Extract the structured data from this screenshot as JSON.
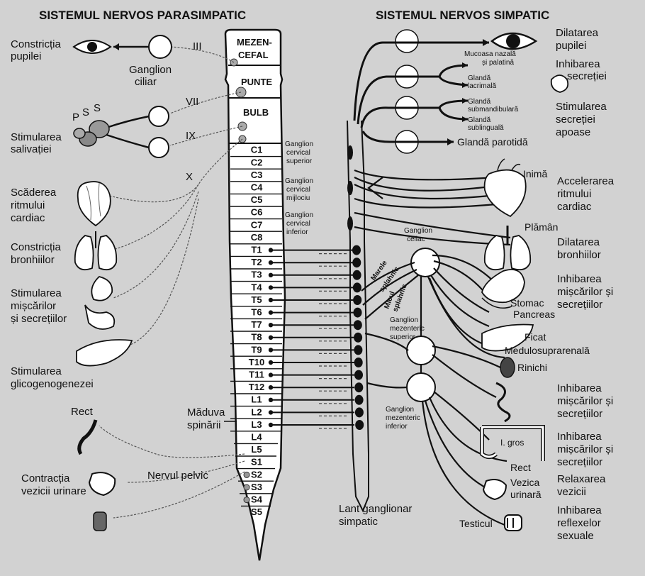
{
  "titles": {
    "parasympathetic": "SISTEMUL NERVOS PARASIMPATIC",
    "sympathetic": "SISTEMUL NERVOS SIMPATIC"
  },
  "spine": {
    "regions": [
      "MEZEN-",
      "CEFAL",
      "PUNTE",
      "BULB"
    ],
    "segments": [
      "C1",
      "C2",
      "C3",
      "C4",
      "C5",
      "C6",
      "C7",
      "C8",
      "T1",
      "T2",
      "T3",
      "T4",
      "T5",
      "T6",
      "T7",
      "T8",
      "T9",
      "T10",
      "T11",
      "T12",
      "L1",
      "L2",
      "L3",
      "L4",
      "L5",
      "S1",
      "S2",
      "S3",
      "S4",
      "S5"
    ],
    "label_line1": "Măduva",
    "label_line2": "spinării"
  },
  "cranial_nerves": [
    "III",
    "VII",
    "IX",
    "X"
  ],
  "para_labels": {
    "ganglion_ciliar_1": "Ganglion",
    "ganglion_ciliar_2": "ciliar",
    "pupil_1": "Constricția",
    "pupil_2": "pupilei",
    "saliva_1": "Stimularea",
    "saliva_2": "salivației",
    "gland_p": "P",
    "gland_s1": "S",
    "gland_s2": "S",
    "heart_1": "Scăderea",
    "heart_2": "ritmului",
    "heart_3": "cardiac",
    "bronch_1": "Constricția",
    "bronch_2": "bronhiilor",
    "digest_1": "Stimularea",
    "digest_2": "mișcărilor",
    "digest_3": "și secrețiilor",
    "glyco_1": "Stimularea",
    "glyco_2": "glicogenogenezei",
    "rect": "Rect",
    "bladder_1": "Contracția",
    "bladder_2": "vezicii urinare",
    "pelvic": "Nervul pelvic"
  },
  "symp_ganglia": {
    "sup_1": "Ganglion",
    "sup_2": "cervical",
    "sup_3": "superior",
    "mid_1": "Ganglion",
    "mid_2": "cervical",
    "mid_3": "mijlociu",
    "inf_1": "Ganglion",
    "inf_2": "cervical",
    "inf_3": "inferior",
    "celiac_1": "Ganglion",
    "celiac_2": "celiac",
    "mesup_1": "Ganglion",
    "mesup_2": "mezenteric",
    "mesup_3": "superior",
    "mesinf_1": "Ganglion",
    "mesinf_2": "mezenteric",
    "mesinf_3": "inferior",
    "splanh_1": "Marele",
    "splanh_2": "splahnic",
    "splanh_3": "Micul",
    "splanh_4": "splahnic",
    "chain_1": "Lant ganglionar",
    "chain_2": "simpatic"
  },
  "organs": {
    "mucosa_1": "Mucoasa nazală",
    "mucosa_2": "și palatină",
    "lacrimal_1": "Glandă",
    "lacrimal_2": "lacrimală",
    "submand_1": "Glandă",
    "submand_2": "submandibulară",
    "subling_1": "Glandă",
    "subling_2": "sublinguală",
    "parotid": "Glandă parotidă",
    "heart": "Inimă",
    "lung": "Plămân",
    "stomach": "Stomac",
    "pancreas": "Pancreas",
    "liver": "Ficat",
    "adrenal": "Medulosuprarenală",
    "kidney": "Rinichi",
    "colon": "I. gros",
    "rect": "Rect",
    "bladder_1": "Vezica",
    "bladder_2": "urinară",
    "testis": "Testicul"
  },
  "symp_effects": {
    "pupil_1": "Dilatarea",
    "pupil_2": "pupilei",
    "inh_secr_1": "Inhibarea",
    "inh_secr_2": "secreției",
    "stim_secr_1": "Stimularea",
    "stim_secr_2": "secreției",
    "stim_secr_3": "apoase",
    "heart_1": "Accelerarea",
    "heart_2": "ritmului",
    "heart_3": "cardiac",
    "bronch_1": "Dilatarea",
    "bronch_2": "bronhiilor",
    "digest_1": "Inhibarea",
    "digest_2": "mișcărilor și",
    "digest_3": "secrețiilor",
    "intest_1": "Inhibarea",
    "intest_2": "mișcărilor și",
    "intest_3": "secrețiilor",
    "colon_1": "Inhibarea",
    "colon_2": "mișcărilor și",
    "colon_3": "secrețiilor",
    "bladder_1": "Relaxarea",
    "bladder_2": "vezicii",
    "sexual_1": "Inhibarea",
    "sexual_2": "reflexelor",
    "sexual_3": "sexuale"
  }
}
